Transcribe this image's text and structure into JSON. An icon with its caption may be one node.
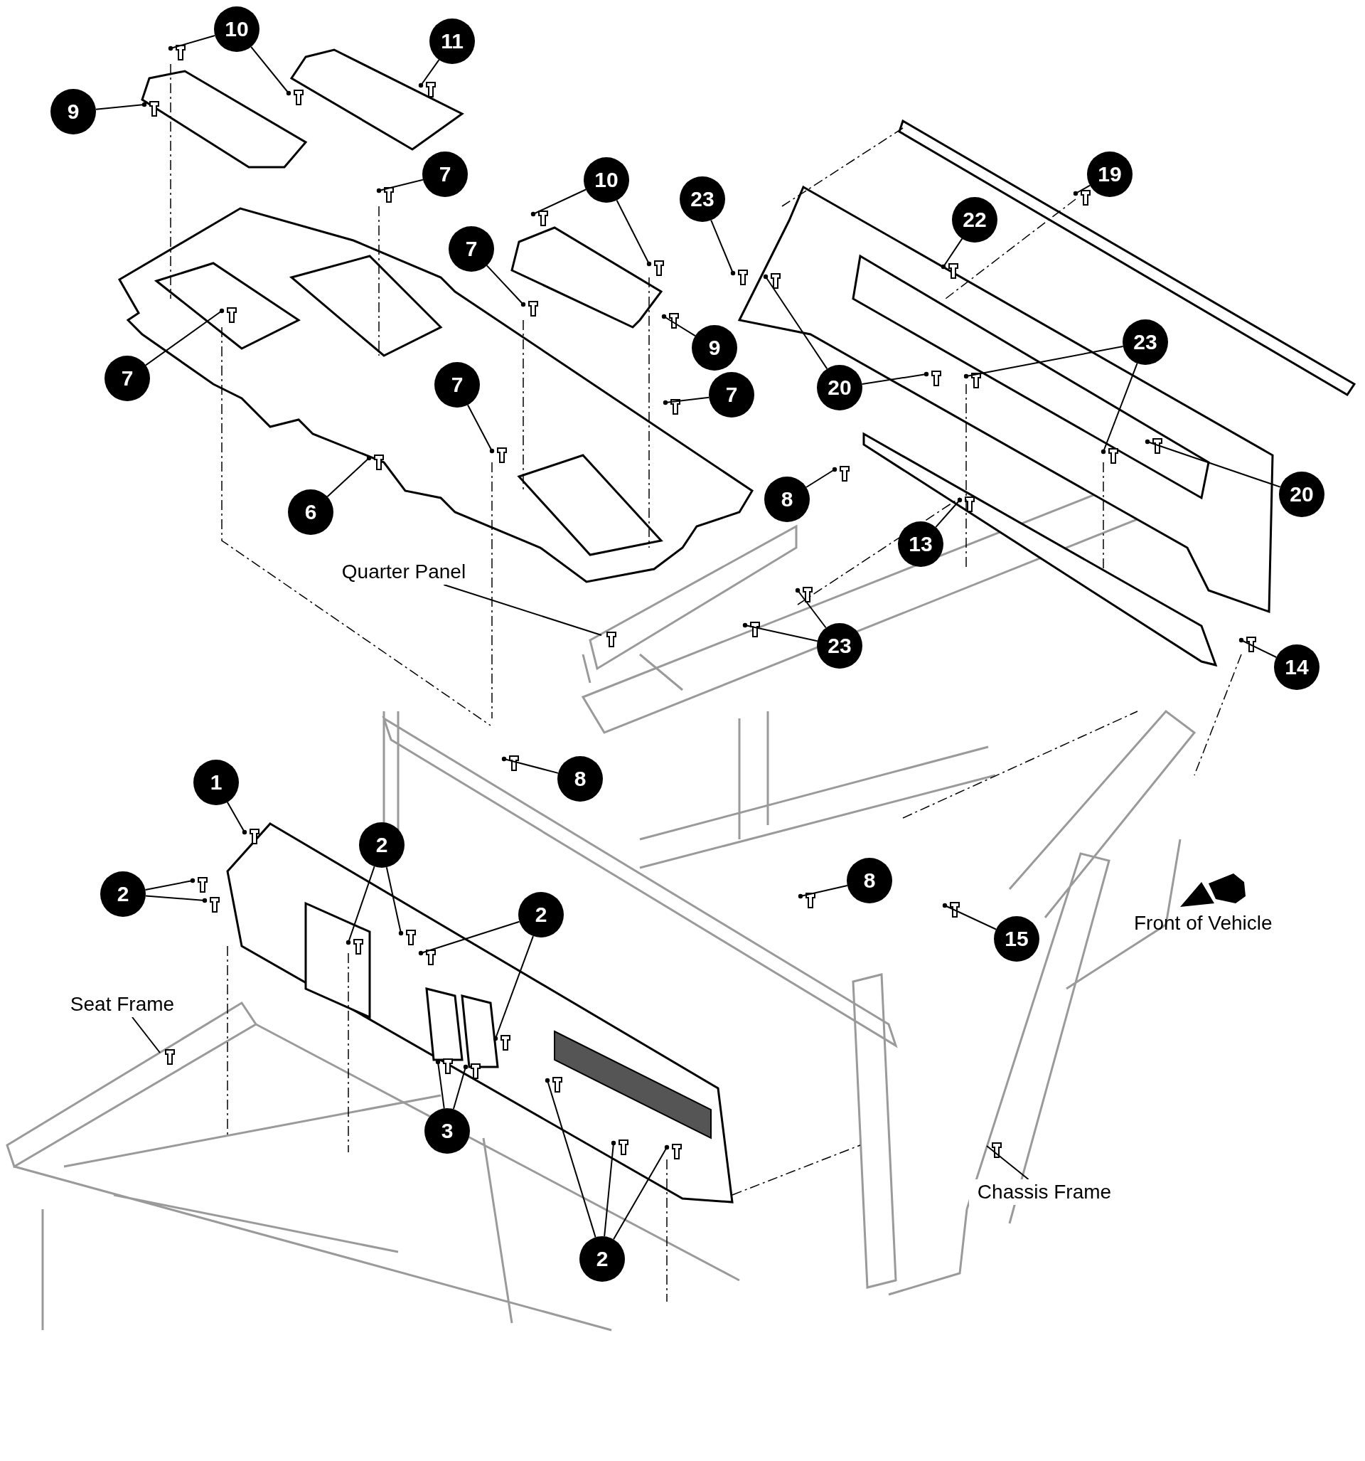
{
  "diagram": {
    "nodes": [
      {
        "text": [
          "10"
        ]
      },
      {
        "text": [
          "11"
        ]
      },
      {
        "text": [
          "9"
        ]
      },
      {
        "text": [
          "7"
        ]
      },
      {
        "text": [
          "10"
        ]
      },
      {
        "text": [
          "19"
        ]
      },
      {
        "text": [
          "23"
        ]
      },
      {
        "text": [
          "22"
        ]
      },
      {
        "text": [
          "7"
        ]
      },
      {
        "text": [
          "23"
        ]
      },
      {
        "text": [
          "9"
        ]
      },
      {
        "text": [
          "7"
        ]
      },
      {
        "text": [
          "7"
        ]
      },
      {
        "text": [
          "20"
        ]
      },
      {
        "text": [
          "7"
        ]
      },
      {
        "text": [
          "20"
        ]
      },
      {
        "text": [
          "8"
        ]
      },
      {
        "text": [
          "6"
        ]
      },
      {
        "text": [
          "13"
        ]
      },
      {
        "text": [
          "Quarter Panel"
        ]
      },
      {
        "text": [
          "23"
        ]
      },
      {
        "text": [
          "14"
        ]
      },
      {
        "text": [
          "8"
        ]
      },
      {
        "text": [
          "1"
        ]
      },
      {
        "text": [
          "2"
        ]
      },
      {
        "text": [
          "8"
        ]
      },
      {
        "text": [
          "2"
        ]
      },
      {
        "text": [
          "2"
        ]
      },
      {
        "text": [
          "15"
        ]
      },
      {
        "text": [
          "Seat Frame"
        ]
      },
      {
        "text": [
          "3"
        ]
      },
      {
        "text": [
          "Chassis Frame"
        ]
      },
      {
        "text": [
          "2"
        ]
      }
    ],
    "edges": [
      {
        "from": 0,
        "to": null,
        "arrow": "other"
      },
      {
        "from": 0,
        "to": null,
        "arrow": "other"
      },
      {
        "from": 1,
        "to": null,
        "arrow": "other"
      },
      {
        "from": 2,
        "to": null,
        "arrow": "other"
      },
      {
        "from": 3,
        "to": null,
        "arrow": "other"
      },
      {
        "from": 4,
        "to": null,
        "arrow": "other"
      },
      {
        "from": 4,
        "to": null,
        "arrow": "other"
      },
      {
        "from": 5,
        "to": null,
        "arrow": "other"
      },
      {
        "from": 6,
        "to": null,
        "arrow": "other"
      },
      {
        "from": 7,
        "to": null,
        "arrow": "other"
      },
      {
        "from": 8,
        "to": null,
        "arrow": "other"
      },
      {
        "from": 9,
        "to": null,
        "arrow": "other"
      },
      {
        "from": 9,
        "to": null,
        "arrow": "other"
      },
      {
        "from": 10,
        "to": null,
        "arrow": "other"
      },
      {
        "from": 11,
        "to": null,
        "arrow": "other"
      },
      {
        "from": 12,
        "to": null,
        "arrow": "other"
      },
      {
        "from": 13,
        "to": null,
        "arrow": "other"
      },
      {
        "from": 13,
        "to": null,
        "arrow": "other"
      },
      {
        "from": 14,
        "to": null,
        "arrow": "other"
      },
      {
        "from": 15,
        "to": null,
        "arrow": "other"
      },
      {
        "from": 16,
        "to": null,
        "arrow": "other"
      },
      {
        "from": 17,
        "to": null,
        "arrow": "other"
      },
      {
        "from": 18,
        "to": null,
        "arrow": "other"
      },
      {
        "from": 19,
        "to": null,
        "arrow": "none"
      },
      {
        "from": 20,
        "to": null,
        "arrow": "other"
      },
      {
        "from": 20,
        "to": null,
        "arrow": "other"
      },
      {
        "from": 21,
        "to": null,
        "arrow": "other"
      },
      {
        "from": 22,
        "to": null,
        "arrow": "other"
      },
      {
        "from": 23,
        "to": null,
        "arrow": "other"
      },
      {
        "from": 24,
        "to": null,
        "arrow": "other"
      },
      {
        "from": 24,
        "to": null,
        "arrow": "other"
      },
      {
        "from": 25,
        "to": null,
        "arrow": "other"
      },
      {
        "from": 26,
        "to": null,
        "arrow": "other"
      },
      {
        "from": 26,
        "to": null,
        "arrow": "other"
      },
      {
        "from": 27,
        "to": null,
        "arrow": "other"
      },
      {
        "from": 27,
        "to": null,
        "arrow": "other"
      },
      {
        "from": 28,
        "to": null,
        "arrow": "other"
      },
      {
        "from": 29,
        "to": null,
        "arrow": "none"
      },
      {
        "from": 30,
        "to": null,
        "arrow": "other"
      },
      {
        "from": 30,
        "to": null,
        "arrow": "other"
      },
      {
        "from": 31,
        "to": null,
        "arrow": "none"
      },
      {
        "from": 32,
        "to": null,
        "arrow": "other"
      },
      {
        "from": 32,
        "to": null,
        "arrow": "other"
      },
      {
        "from": 32,
        "to": null,
        "arrow": "other"
      }
    ],
    "labels": [
      "Front of Vehicle"
    ]
  }
}
